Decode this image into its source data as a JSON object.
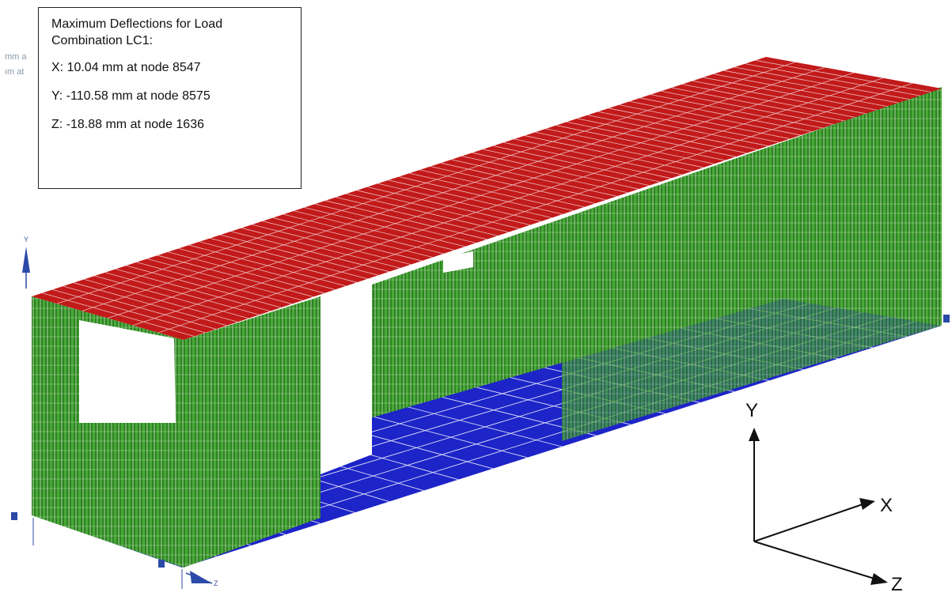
{
  "info_box": {
    "title": "Maximum Deflections for Load Combination LC1:",
    "x_line": "X: 10.04 mm at node 8547",
    "y_line": "Y: -110.58 mm at node 8575",
    "z_line": "Z: -18.88 mm at node 1636"
  },
  "background_fragments": [
    "mm a",
    "ım at"
  ],
  "triad": {
    "y": "Y",
    "x": "X",
    "z": "Z"
  },
  "small_triad": {
    "y": "Y",
    "z": "Z"
  },
  "colors": {
    "roof": "#c21a1a",
    "walls": "#2f8a22",
    "floor": "#1d24c8",
    "mesh": "#ffffff",
    "axis": "#111111",
    "small_axis": "#2c4aa8"
  }
}
